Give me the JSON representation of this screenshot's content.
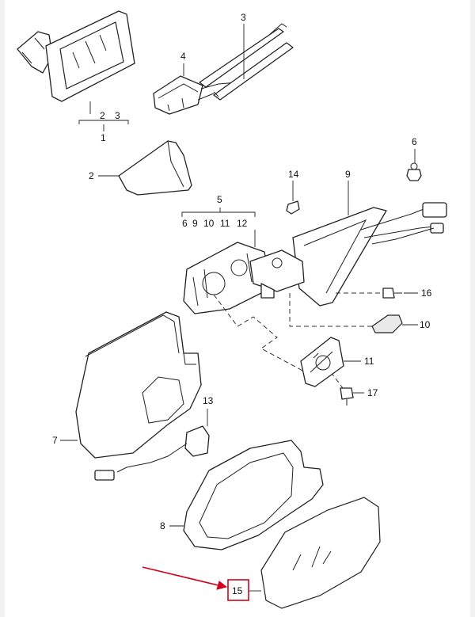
{
  "callouts": {
    "c1": "1",
    "c2a": "2",
    "c2b": "2",
    "c3a": "3",
    "c3b": "3",
    "c4": "4",
    "c5": "5",
    "c6": "6",
    "c7": "7",
    "c8": "8",
    "c9": "9",
    "c10": "10",
    "c11": "11",
    "c13": "13",
    "c14": "14",
    "c15": "15",
    "c16": "16",
    "c17": "17",
    "g5_6": "6",
    "g5_9": "9",
    "g5_10": "10",
    "g5_11": "11",
    "g5_12": "12"
  },
  "highlight": {
    "callout": "15",
    "color": "#d0021b"
  }
}
